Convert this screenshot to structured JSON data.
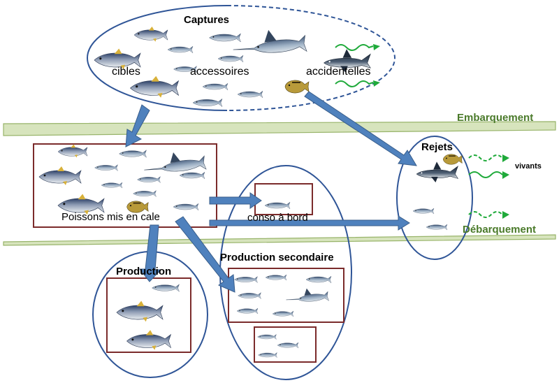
{
  "labels": {
    "captures": "Captures",
    "cibles": "cibles",
    "accessoires": "accessoires",
    "accidentelles": "accidentelles",
    "embarquement": "Embarquement",
    "debarquement": "Débarquement",
    "rejets": "Rejets",
    "vivants": "vivants",
    "poissons_mis_en_cale": "Poissons mis en cale",
    "conso_a_bord": "conso à bord",
    "production": "Production",
    "production_secondaire": "Production secondaire"
  },
  "colors": {
    "band_fill": "#d7e4bd",
    "band_stroke": "#98b46a",
    "arrow_fill": "#4f81bd",
    "arrow_stroke": "#385d8a",
    "ellipse_stroke": "#2f5597",
    "box_stroke": "#7b2b2b",
    "wavy_arrow": "#1faa3a",
    "band_text": "#4a7a2a"
  },
  "icons": {
    "fish": "fish-icon",
    "shark": "shark-icon",
    "swordfish": "swordfish-icon",
    "triggerfish": "triggerfish-icon"
  }
}
